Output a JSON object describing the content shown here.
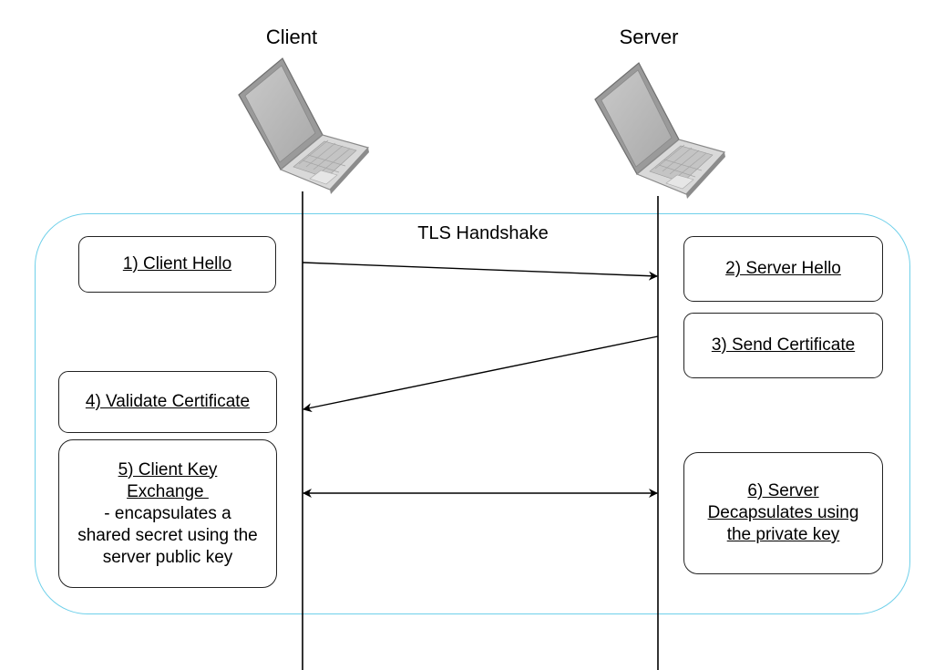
{
  "actors": {
    "client": {
      "label": "Client",
      "icon": "laptop-icon"
    },
    "server": {
      "label": "Server",
      "icon": "laptop-icon"
    }
  },
  "region": {
    "title": "TLS Handshake",
    "border_color": "#6fd0ea"
  },
  "steps": {
    "s1": {
      "lines": [
        "1) Client Hello"
      ]
    },
    "s2": {
      "lines": [
        "2) Server Hello"
      ]
    },
    "s3": {
      "lines": [
        "3) Send Certificate"
      ]
    },
    "s4": {
      "lines": [
        "4) Validate Certificate"
      ]
    },
    "s5": {
      "lines": [
        "5) Client Key",
        "Exchange ",
        "- encapsulates a",
        "shared secret using the",
        "server public key"
      ]
    },
    "s6": {
      "lines": [
        "6) Server",
        "Decapsulates using",
        "the private key"
      ]
    }
  },
  "messages": [
    {
      "from": "client",
      "to": "server",
      "direction": "right"
    },
    {
      "from": "server",
      "to": "client",
      "direction": "left"
    },
    {
      "from": "client",
      "to": "server",
      "direction": "both"
    }
  ]
}
